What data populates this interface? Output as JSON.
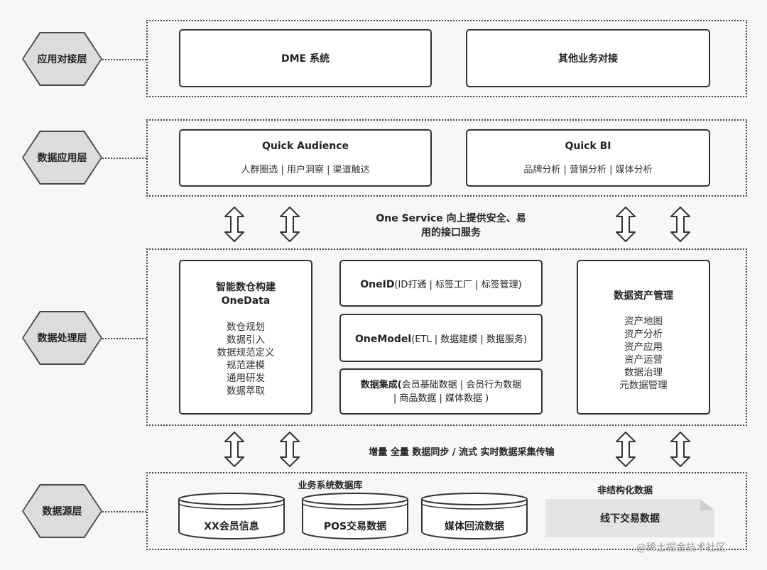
{
  "layers": {
    "app": "应用对接层",
    "data_app": "数据应用层",
    "processing": "数据处理层",
    "source": "数据源层"
  },
  "app_layer": {
    "dme": "DME 系统",
    "other": "其他业务对接"
  },
  "data_app_layer": {
    "quick_audience": {
      "title": "Quick Audience",
      "sub": "人群圈选 | 用户洞察 | 渠道触达"
    },
    "quick_bi": {
      "title": "Quick BI",
      "sub": "品牌分析 | 营销分析 | 媒体分析"
    }
  },
  "one_service": {
    "line1": "One Service 向上提供安全、易",
    "line2": "用的接口服务"
  },
  "processing_layer": {
    "onedata": {
      "title1": "智能数仓构建",
      "title2": "OneData",
      "items": [
        "数仓规划",
        "数据引入",
        "数据规范定义",
        "规范建模",
        "通用研发",
        "数据萃取"
      ]
    },
    "oneid": {
      "bold": "OneID",
      "rest": "(ID打通 | 标签工厂 | 标签管理)"
    },
    "onemodel": {
      "bold": "OneModel",
      "rest": "(ETL | 数据建模 | 数据服务)"
    },
    "integration": {
      "bold": "数据集成(",
      "rest": "会员基础数据 | 会员行为数据",
      "line2": "| 商品数据 | 媒体数据 )"
    },
    "asset": {
      "title": "数据资产管理",
      "items": [
        "资产地图",
        "资产分析",
        "资产应用",
        "资产运营",
        "数据治理",
        "元数据管理"
      ]
    }
  },
  "sync_text": "增量 全量 数据同步 / 流式 实时数据采集传输",
  "source_layer": {
    "business_db": "业务系统数据库",
    "dbs": [
      "XX会员信息",
      "POS交易数据",
      "媒体回流数据"
    ],
    "unstructured_title": "非结构化数据",
    "offline": "线下交易数据"
  },
  "watermark": "@稀土掘金技术社区",
  "colors": {
    "border": "#333333",
    "hex_fill": "#dcdcdc",
    "doc_fill": "#e4e4e4",
    "bg": "#f7f7f7"
  }
}
